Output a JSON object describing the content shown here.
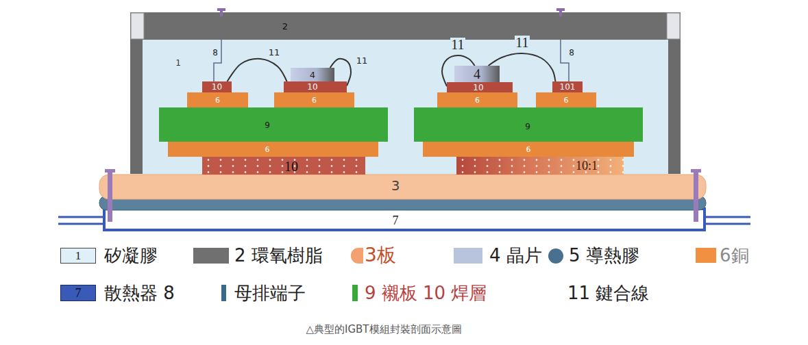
{
  "diagram": {
    "caption": "△典型的IGBT模組封裝剖面示意圖",
    "nodes": [
      {
        "text": [
          "1"
        ]
      },
      {
        "text": [
          "2"
        ]
      },
      {
        "text": [
          "4"
        ],
        "in": 0
      },
      {
        "text": [
          "4"
        ],
        "in": 0
      },
      {
        "text": [
          "10"
        ],
        "in": 0
      },
      {
        "text": [
          "10"
        ],
        "in": 0
      },
      {
        "text": [
          "10"
        ],
        "in": 0
      },
      {
        "text": [
          "101"
        ],
        "in": 0
      },
      {
        "text": [
          "6"
        ],
        "in": 0
      },
      {
        "text": [
          "6"
        ],
        "in": 0
      },
      {
        "text": [
          "6"
        ],
        "in": 0
      },
      {
        "text": [
          "6"
        ],
        "in": 0
      },
      {
        "text": [
          "9"
        ],
        "in": 0
      },
      {
        "text": [
          "9"
        ],
        "in": 0
      },
      {
        "text": [
          "6"
        ],
        "in": 0
      },
      {
        "text": [
          "6"
        ],
        "in": 0
      },
      {
        "text": [
          "10"
        ],
        "in": 0
      },
      {
        "text": [
          "10:1"
        ],
        "in": 0
      },
      {
        "text": [
          "3"
        ]
      },
      {
        "text": [
          "7"
        ]
      }
    ],
    "edges": [
      {
        "from": 4,
        "to": 1,
        "label": "8",
        "arrow": "none"
      },
      {
        "from": 7,
        "to": 1,
        "label": "8",
        "arrow": "none"
      },
      {
        "from": 4,
        "to": 5,
        "label": "11",
        "arrow": "none"
      },
      {
        "from": 2,
        "to": 5,
        "label": "11",
        "arrow": "none"
      },
      {
        "from": 6,
        "to": 3,
        "label": "11",
        "arrow": "none"
      },
      {
        "from": 3,
        "to": 7,
        "label": "11",
        "arrow": "none"
      }
    ],
    "labels": [
      "1",
      "7"
    ],
    "legend": [
      {
        "text": "矽凝膠",
        "color": "#e0f0f8"
      },
      {
        "text": "2 環氧樹脂",
        "color": "#707070"
      },
      {
        "text": "3板",
        "color": "#f4a070"
      },
      {
        "text": "4 晶片",
        "color": "#b8c4dc"
      },
      {
        "text": "5 導熱膠",
        "color": "#4a7090"
      },
      {
        "text": "6銅",
        "color": "#f09040"
      },
      {
        "text": "散熱器 8",
        "color": "#3a5ab8"
      },
      {
        "text": "母排端子",
        "color": "#3a6a8a"
      },
      {
        "text": "9 襯板 10 焊層",
        "color": "#3aa83a"
      },
      {
        "text": "11 鍵合線"
      }
    ]
  }
}
